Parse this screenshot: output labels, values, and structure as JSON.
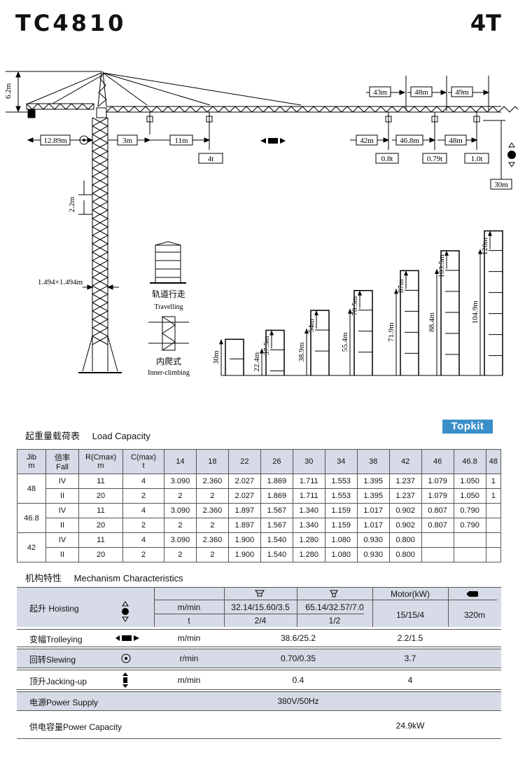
{
  "header": {
    "model": "TC4810",
    "capacity": "4T"
  },
  "diagram": {
    "height_62": "6.2m",
    "counter_jib": "12.89m",
    "trolley_min": "3m",
    "trolley_4t": "11m",
    "load_4t": "4t",
    "jib_43": "43m",
    "jib_48a": "48m",
    "jib_49": "49m",
    "r42": "42m",
    "r468": "46.8m",
    "r48": "48m",
    "load_08": "0.8t",
    "load_079": "0.79t",
    "load_10": "1.0t",
    "h30": "30m",
    "section": "2.2m",
    "mast_section": "1.494×1.494m",
    "travelling_cn": "轨道行走",
    "travelling_en": "Travelling",
    "inner_cn": "内爬式",
    "inner_en": "Inner-climbing",
    "heights": [
      {
        "base": "30m"
      },
      {
        "base": "22.4m",
        "top": "37.5m"
      },
      {
        "base": "38.9m",
        "top": "54m"
      },
      {
        "base": "55.4m",
        "top": "70.5m"
      },
      {
        "base": "71.9m",
        "top": "87m"
      },
      {
        "base": "88.4m",
        "top": "103.5m"
      },
      {
        "base": "104.9m",
        "top": "120m"
      }
    ]
  },
  "load": {
    "title_cn": "起重量载荷表",
    "title_en": "Load Capacity",
    "brand": "Topkit",
    "headers": {
      "jib": [
        "Jib",
        "m"
      ],
      "fall": [
        "倍率",
        "Fall"
      ],
      "rc": [
        "R(Cmax)",
        "m"
      ],
      "cmax": [
        "C(max)",
        "t"
      ]
    },
    "radii": [
      "14",
      "18",
      "22",
      "26",
      "30",
      "34",
      "38",
      "42",
      "46",
      "46.8",
      "48"
    ],
    "groups": [
      {
        "jib": "48",
        "rows": [
          {
            "fall": "IV",
            "r": "11",
            "c": "4",
            "v": [
              "3.090",
              "2.360",
              "2.027",
              "1.869",
              "1.711",
              "1.553",
              "1.395",
              "1.237",
              "1.079",
              "1.050",
              "1"
            ]
          },
          {
            "fall": "II",
            "r": "20",
            "c": "2",
            "v": [
              "2",
              "2",
              "2.027",
              "1.869",
              "1.711",
              "1.553",
              "1.395",
              "1.237",
              "1.079",
              "1.050",
              "1"
            ]
          }
        ]
      },
      {
        "jib": "46.8",
        "rows": [
          {
            "fall": "IV",
            "r": "11",
            "c": "4",
            "v": [
              "3.090",
              "2.360",
              "1.897",
              "1.567",
              "1.340",
              "1.159",
              "1.017",
              "0.902",
              "0.807",
              "0.790",
              ""
            ]
          },
          {
            "fall": "II",
            "r": "20",
            "c": "2",
            "v": [
              "2",
              "2",
              "1.897",
              "1.567",
              "1.340",
              "1.159",
              "1.017",
              "0.902",
              "0.807",
              "0.790",
              ""
            ]
          }
        ]
      },
      {
        "jib": "42",
        "rows": [
          {
            "fall": "IV",
            "r": "11",
            "c": "4",
            "v": [
              "3.090",
              "2.360",
              "1.900",
              "1.540",
              "1.280",
              "1.080",
              "0.930",
              "0.800",
              "",
              "",
              ""
            ]
          },
          {
            "fall": "II",
            "r": "20",
            "c": "2",
            "v": [
              "2",
              "2",
              "1.900",
              "1.540",
              "1.280",
              "1.080",
              "0.930",
              "0.800",
              "",
              "",
              ""
            ]
          }
        ]
      }
    ]
  },
  "mechanism": {
    "title_cn": "机构特性",
    "title_en": "Mechanism Characteristics",
    "motor": "Motor(kW)",
    "hoisting": {
      "label": "起升 Hoisting",
      "unit1": "m/min",
      "unit2": "t",
      "a_speed": "32.14/15.60/3.5",
      "a_load": "2/4",
      "b_speed": "65.14/32.57/7.0",
      "b_load": "1/2",
      "motor": "15/15/4",
      "rope": "320m"
    },
    "trolleying": {
      "label": "变幅Trolleying",
      "unit": "m/min",
      "value": "38.6/25.2",
      "motor": "2.2/1.5"
    },
    "slewing": {
      "label": "回转Slewing",
      "unit": "r/min",
      "value": "0.70/0.35",
      "motor": "3.7"
    },
    "jacking": {
      "label": "顶升Jacking-up",
      "unit": "m/min",
      "value": "0.4",
      "motor": "4"
    },
    "power_supply": {
      "label": "电源Power Supply",
      "value": "380V/50Hz"
    },
    "power_capacity": {
      "label": "供电容量Power Capacity",
      "value": "24.9kW"
    }
  },
  "colors": {
    "header_fill": "#d6dbe7",
    "brand": "#3b8fc9"
  }
}
